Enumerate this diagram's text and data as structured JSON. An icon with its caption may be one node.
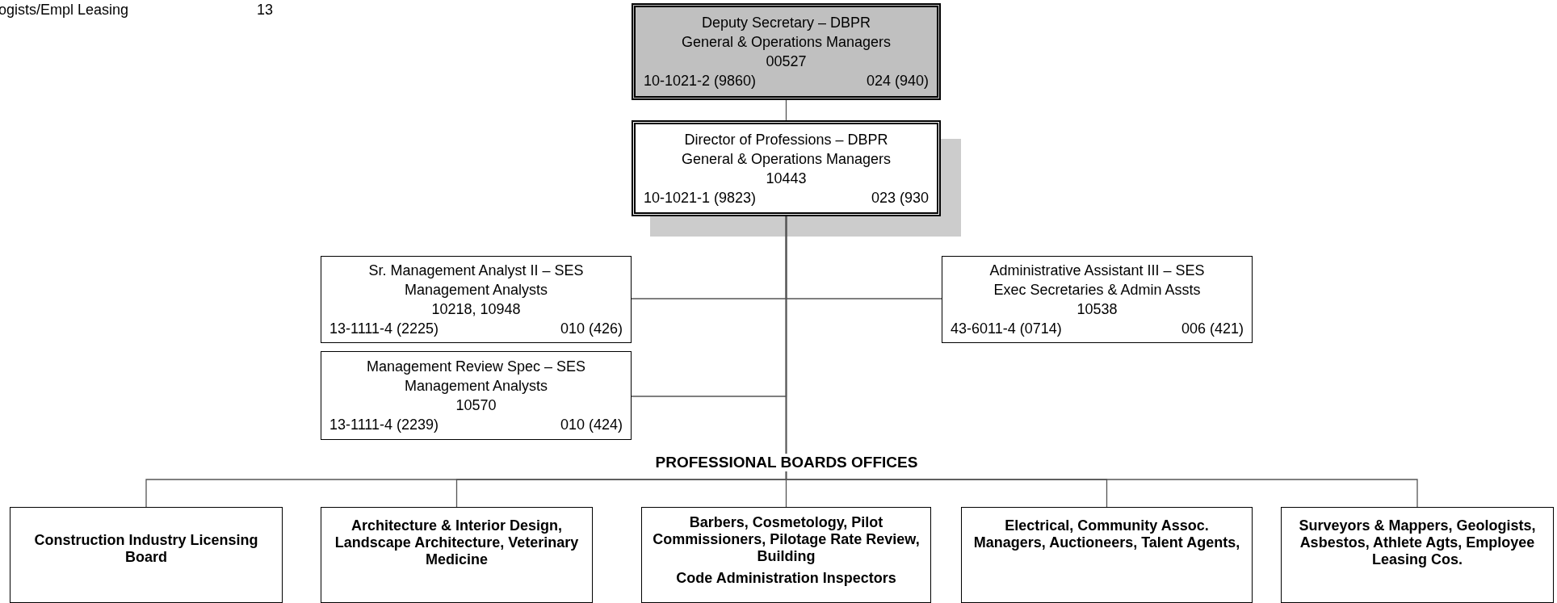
{
  "diagram": {
    "nodes": [
      {
        "text": [
          "Deputy Secretary – DBPR",
          "General & Operations Managers",
          "00527",
          "10-1021-2 (9860)",
          "024 (940)"
        ]
      },
      {
        "text": [
          "Director of Professions – DBPR",
          "General & Operations Managers",
          "10443",
          "10-1021-1 (9823)",
          "023 (930"
        ]
      },
      {
        "text": [
          "Sr. Management Analyst II – SES",
          "Management Analysts",
          "10218, 10948",
          "13-1111-4 (2225)",
          "010 (426)"
        ]
      },
      {
        "text": [
          "Administrative Assistant III – SES",
          "Exec Secretaries & Admin Assts",
          "10538",
          "43-6011-4 (0714)",
          "006 (421)"
        ]
      },
      {
        "text": [
          "Management Review Spec – SES",
          "Management Analysts",
          "10570",
          "13-1111-4 (2239)",
          "010 (424)"
        ]
      },
      {
        "text": [
          "Construction Industry Licensing Board"
        ]
      },
      {
        "text": [
          "Architecture & Interior Design, Landscape Architecture, Veterinary Medicine"
        ]
      },
      {
        "text": [
          "Barbers, Cosmetology, Pilot Commissioners, Pilotage Rate Review, Building",
          "Code Administration Inspectors"
        ]
      },
      {
        "text": [
          "Electrical, Community Assoc. Managers, Auctioneers, Talent Agents,"
        ]
      },
      {
        "text": [
          "Surveyors & Mappers, Geologists, Asbestos, Athlete Agts, Employee Leasing Cos."
        ]
      }
    ],
    "edges": [
      {
        "from": 0,
        "to": 1,
        "arrow": "none"
      },
      {
        "from": 1,
        "to": 2,
        "arrow": "none"
      },
      {
        "from": 1,
        "to": 3,
        "arrow": "none"
      },
      {
        "from": 1,
        "to": 4,
        "arrow": "none"
      },
      {
        "from": 1,
        "to": 5,
        "arrow": "none"
      },
      {
        "from": 1,
        "to": 6,
        "arrow": "none"
      },
      {
        "from": 1,
        "to": 7,
        "arrow": "none"
      },
      {
        "from": 1,
        "to": 8,
        "arrow": "none"
      },
      {
        "from": 1,
        "to": 9,
        "arrow": "none"
      }
    ],
    "labels": [
      "ogists/Empl Leasing",
      "13",
      "PROFESSIONAL BOARDS OFFICES"
    ]
  }
}
